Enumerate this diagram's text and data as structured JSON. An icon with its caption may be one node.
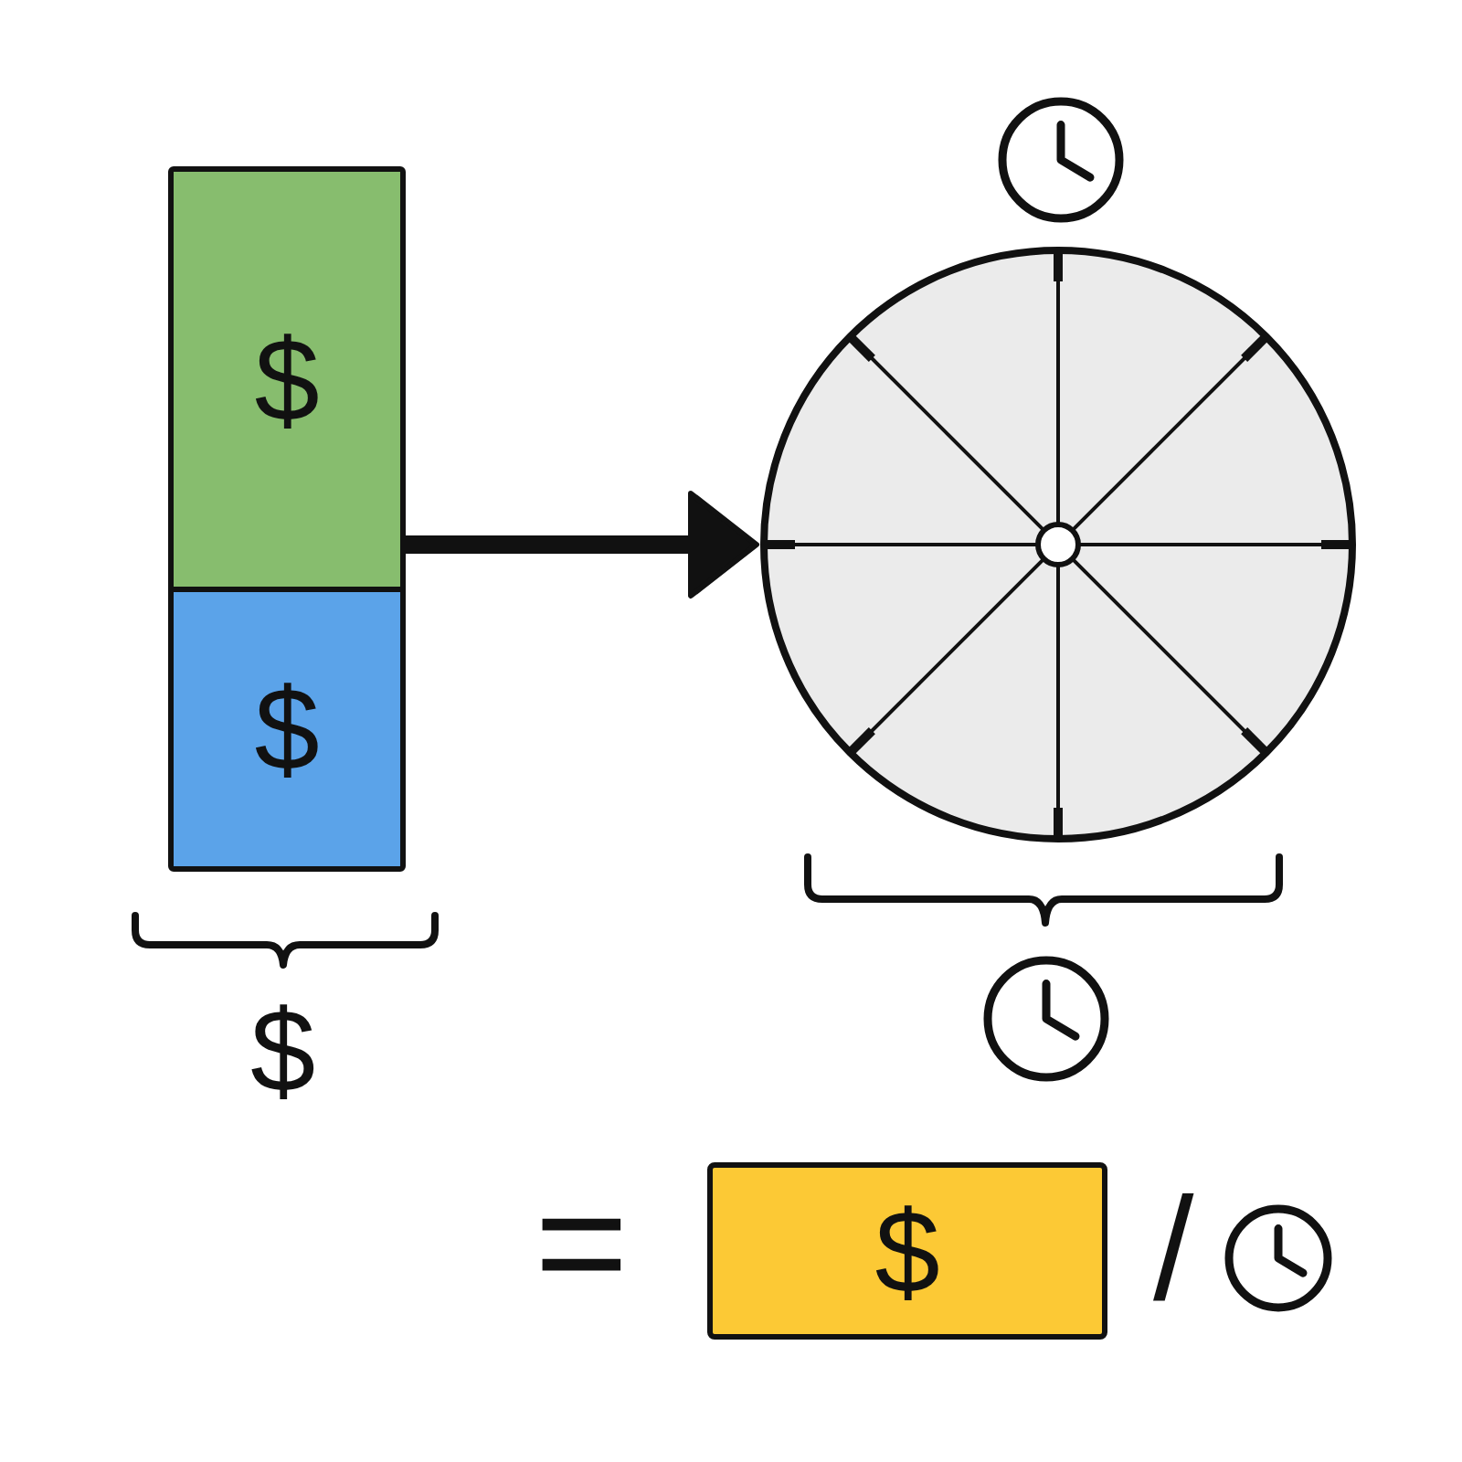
{
  "diagram": {
    "nodes": [
      {
        "text": [],
        "shape": "bar"
      },
      {
        "text": [
          "$"
        ],
        "in": 0
      },
      {
        "text": [
          "$"
        ],
        "in": 0
      },
      {
        "text": [],
        "shape": "circle"
      },
      {
        "text": [
          "$"
        ]
      }
    ],
    "edges": [
      {
        "from": 0,
        "to": 3,
        "arrow": "to"
      }
    ],
    "labels": [
      "$",
      "=",
      "/"
    ]
  }
}
